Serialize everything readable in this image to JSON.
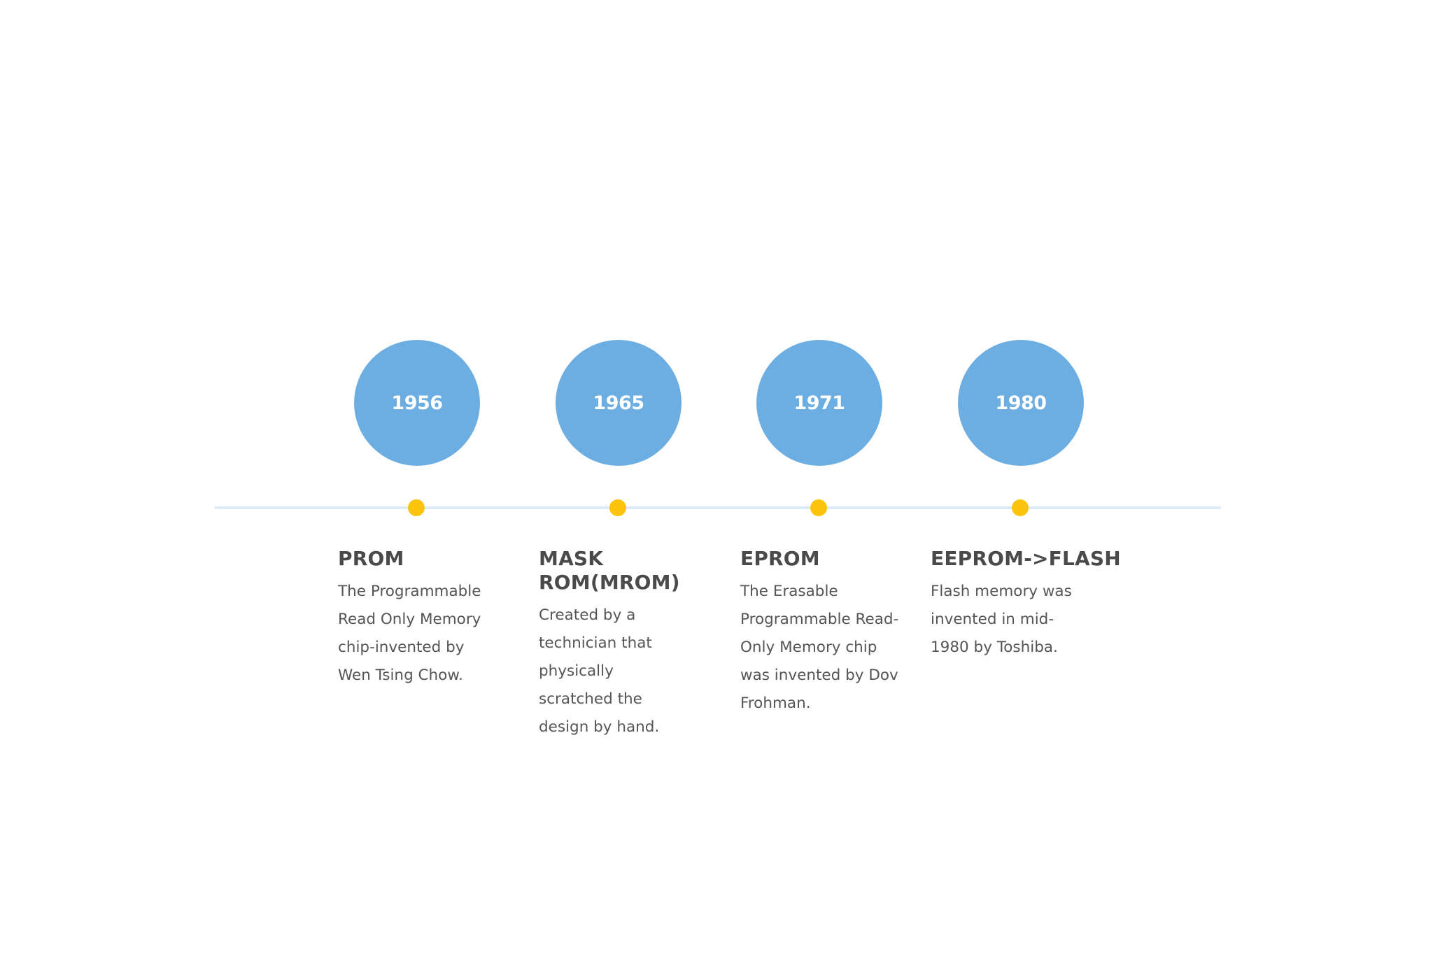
{
  "timeline": {
    "colors": {
      "circle": "#6daee2",
      "dot": "#fcc30b",
      "line": "#dcebf8",
      "title": "#4a4a4a",
      "text": "#555555"
    },
    "milestones": [
      {
        "year": "1956",
        "title": "PROM",
        "description": "The Programmable Read Only Memory chip-invented by Wen Tsing Chow."
      },
      {
        "year": "1965",
        "title": "MASK ROM(MROM)",
        "description": "Created by a technician that physically scratched the design by hand."
      },
      {
        "year": "1971",
        "title": "EPROM",
        "description": "The Erasable Programmable Read-Only Memory chip was invented by Dov Frohman."
      },
      {
        "year": "1980",
        "title": "EEPROM->FLASH",
        "description": "Flash memory was invented in mid-1980 by Toshiba."
      }
    ]
  }
}
